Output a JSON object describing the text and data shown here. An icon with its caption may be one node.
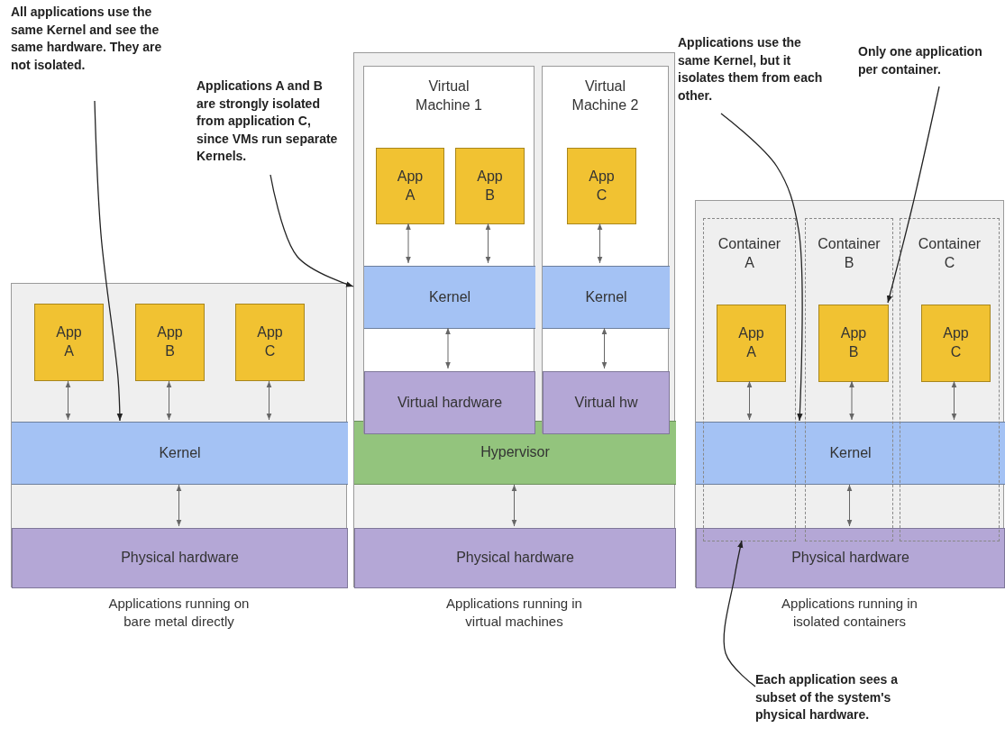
{
  "diagram": {
    "nodes": [
      {
        "text": [],
        "shape": "box",
        "beside": [
          "Applications running on bare metal directly"
        ]
      },
      {
        "text": [
          "App A"
        ],
        "in": 0
      },
      {
        "text": [
          "App B"
        ],
        "in": 0
      },
      {
        "text": [
          "App C"
        ],
        "in": 0
      },
      {
        "text": [
          "Kernel"
        ],
        "in": 0
      },
      {
        "text": [
          "Physical hardware"
        ],
        "in": 0
      },
      {
        "text": [],
        "shape": "box",
        "beside": [
          "Applications running in virtual machines"
        ]
      },
      {
        "text": [
          "Virtual Machine 1"
        ],
        "in": 6
      },
      {
        "text": [
          "App A"
        ],
        "in": 7
      },
      {
        "text": [
          "App B"
        ],
        "in": 7
      },
      {
        "text": [
          "Kernel"
        ],
        "in": 7
      },
      {
        "text": [
          "Virtual hardware"
        ],
        "in": 7
      },
      {
        "text": [
          "Virtual Machine 2"
        ],
        "in": 6
      },
      {
        "text": [
          "App C"
        ],
        "in": 12
      },
      {
        "text": [
          "Kernel"
        ],
        "in": 12
      },
      {
        "text": [
          "Virtual hw"
        ],
        "in": 12
      },
      {
        "text": [
          "Hypervisor"
        ],
        "in": 6
      },
      {
        "text": [
          "Physical hardware"
        ],
        "in": 6
      },
      {
        "text": [],
        "shape": "box",
        "beside": [
          "Applications running in isolated containers"
        ]
      },
      {
        "text": [
          "Container A"
        ],
        "in": 18
      },
      {
        "text": [
          "App A"
        ],
        "in": 19
      },
      {
        "text": [
          "Container B"
        ],
        "in": 18
      },
      {
        "text": [
          "App B"
        ],
        "in": 21
      },
      {
        "text": [
          "Container C"
        ],
        "in": 18
      },
      {
        "text": [
          "App C"
        ],
        "in": 23
      },
      {
        "text": [
          "Kernel"
        ],
        "in": 18
      },
      {
        "text": [
          "Physical hardware"
        ],
        "in": 18
      },
      {
        "text": [
          "All applications use the same Kernel and see the same hardware. They are not isolated."
        ]
      },
      {
        "text": [
          "Applications A and B are strongly isolated from application C, since VMs run separate Kernels."
        ]
      },
      {
        "text": [
          "Applications use the same Kernel, but it isolates them from each other."
        ]
      },
      {
        "text": [
          "Only one application per container."
        ]
      },
      {
        "text": [
          "Each application sees a subset of the system's physical hardware."
        ]
      }
    ],
    "edges": [
      {
        "from": 1,
        "to": 4,
        "arrow": "both"
      },
      {
        "from": 2,
        "to": 4,
        "arrow": "both"
      },
      {
        "from": 3,
        "to": 4,
        "arrow": "both"
      },
      {
        "from": 4,
        "to": 5,
        "arrow": "both"
      },
      {
        "from": 8,
        "to": 10,
        "arrow": "both"
      },
      {
        "from": 9,
        "to": 10,
        "arrow": "both"
      },
      {
        "from": 10,
        "to": 11,
        "arrow": "both"
      },
      {
        "from": 13,
        "to": 14,
        "arrow": "both"
      },
      {
        "from": 14,
        "to": 15,
        "arrow": "both"
      },
      {
        "from": 16,
        "to": 17,
        "arrow": "both"
      },
      {
        "from": 20,
        "to": 25,
        "arrow": "both"
      },
      {
        "from": 22,
        "to": 25,
        "arrow": "both"
      },
      {
        "from": 24,
        "to": 25,
        "arrow": "both"
      },
      {
        "from": 25,
        "to": 26,
        "arrow": "both"
      },
      {
        "from": 27,
        "to": 4,
        "arrow": "to"
      },
      {
        "from": 28,
        "to": 6,
        "arrow": "to"
      },
      {
        "from": 29,
        "to": 25,
        "arrow": "to"
      },
      {
        "from": 30,
        "to": 22,
        "arrow": "to"
      },
      {
        "from": 31,
        "to": 19,
        "arrow": "to"
      }
    ]
  }
}
